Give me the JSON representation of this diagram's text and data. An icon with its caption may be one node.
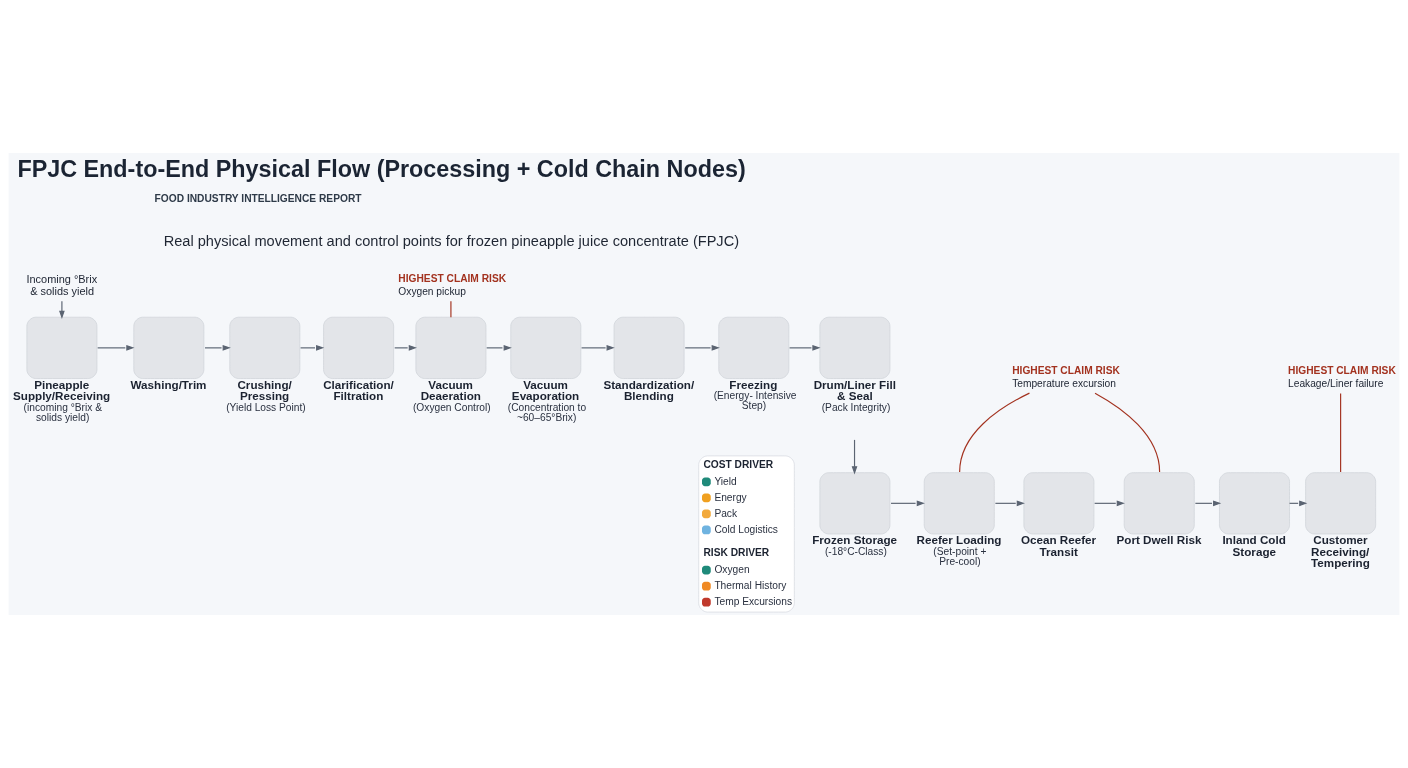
{
  "diagram": {
    "title": "FPJC End-to-End Physical Flow (Processing + Cold Chain Nodes)",
    "nodes": [
      {
        "text": [
          "Incoming °Brix & solids yield"
        ]
      },
      {
        "text": [
          "HIGHEST CLAIM RISK",
          "Oxygen pickup"
        ]
      },
      {
        "text": [
          "Pineapple Supply/Receiving",
          "(incoming °Brix & solids yield)"
        ]
      },
      {
        "text": [
          "Washing/Trim"
        ]
      },
      {
        "text": [
          "Crushing/ Pressing",
          "(Yield Loss Point)"
        ]
      },
      {
        "text": [
          "Clarification/ Filtration"
        ]
      },
      {
        "text": [
          "Vacuum Deaeration",
          "(Oxygen Control)"
        ]
      },
      {
        "text": [
          "Vacuum Evaporation",
          "(Concentration to ~60–65°Brix)"
        ]
      },
      {
        "text": [
          "Standardization/ Blending"
        ]
      },
      {
        "text": [
          "Freezing",
          "(Energy- Intensive Step)"
        ]
      },
      {
        "text": [
          "Drum/Liner Fill & Seal",
          "(Pack Integrity)"
        ]
      },
      {
        "text": [
          "HIGHEST CLAIM RISK",
          "Temperature excursion"
        ]
      },
      {
        "text": [
          "HIGHEST CLAIM RISK",
          "Leakage/Liner failure"
        ]
      },
      {
        "text": [
          "Frozen Storage",
          "(-18°C-Class)"
        ]
      },
      {
        "text": [
          "Reefer Loading",
          "(Set-point + Pre-cool)"
        ]
      },
      {
        "text": [
          "Ocean Reefer Transit"
        ]
      },
      {
        "text": [
          "Port Dwell Risk"
        ]
      },
      {
        "text": [
          "Inland Cold Storage"
        ]
      },
      {
        "text": [
          "Customer Receiving/ Tempering"
        ]
      }
    ],
    "edges": [
      {
        "from": 0,
        "to": 2,
        "arrow": "to"
      },
      {
        "from": 2,
        "to": 3,
        "arrow": "to"
      },
      {
        "from": 3,
        "to": 4,
        "arrow": "to"
      },
      {
        "from": 4,
        "to": 5,
        "arrow": "to"
      },
      {
        "from": 5,
        "to": 6,
        "arrow": "to"
      },
      {
        "from": 6,
        "to": 7,
        "arrow": "to"
      },
      {
        "from": 7,
        "to": 8,
        "arrow": "to"
      },
      {
        "from": 8,
        "to": 9,
        "arrow": "to"
      },
      {
        "from": 9,
        "to": 10,
        "arrow": "to"
      },
      {
        "from": 10,
        "to": 13,
        "arrow": "to"
      },
      {
        "from": 13,
        "to": 14,
        "arrow": "to"
      },
      {
        "from": 14,
        "to": 15,
        "arrow": "to"
      },
      {
        "from": 15,
        "to": 16,
        "arrow": "to"
      },
      {
        "from": 16,
        "to": 17,
        "arrow": "to"
      },
      {
        "from": 17,
        "to": 18,
        "arrow": "to"
      },
      {
        "from": 1,
        "to": 6,
        "arrow": "none",
        "color": "#a3321f"
      },
      {
        "from": 11,
        "to": 14,
        "arrow": "none",
        "color": "#a3321f"
      },
      {
        "from": 11,
        "to": 16,
        "arrow": "none",
        "color": "#a3321f"
      },
      {
        "from": 12,
        "to": 18,
        "arrow": "none",
        "color": "#a3321f"
      }
    ],
    "labels": [
      "FOOD INDUSTRY INTELLIGENCE REPORT",
      "Real physical movement and control points for frozen pineapple juice concentrate (FPJC)",
      "COST DRIVER",
      "RISK DRIVER"
    ],
    "legend": [
      {
        "text": "Yield"
      },
      {
        "text": "Energy"
      },
      {
        "text": "Pack"
      },
      {
        "text": "Cold Logistics"
      },
      {
        "text": "Oxygen"
      },
      {
        "text": "Thermal History"
      },
      {
        "text": "Temp Excursions"
      }
    ]
  }
}
